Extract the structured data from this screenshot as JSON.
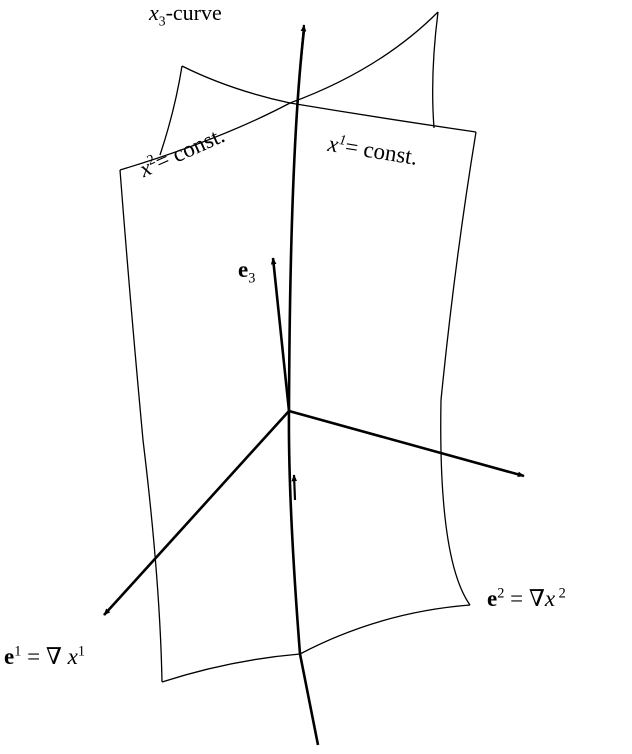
{
  "diagram": {
    "curve_label": {
      "var": "x",
      "sub": "3",
      "suffix": "-curve"
    },
    "surface_x2_label": {
      "var": "x",
      "sup": "2",
      "eq": "= const."
    },
    "surface_x1_label": {
      "var": "x",
      "sup": "1",
      "eq": "= const."
    },
    "vector_e3_label": {
      "sym": "e",
      "sub": "3"
    },
    "vector_e2_label": {
      "sym": "e",
      "sup": "2",
      "eq": " = ∇",
      "var": "x",
      "var_sup": " 2"
    },
    "vector_e1_label": {
      "sym": "e",
      "sup": "1",
      "eq": " = ∇",
      "var": " x",
      "var_sup": "1"
    }
  }
}
